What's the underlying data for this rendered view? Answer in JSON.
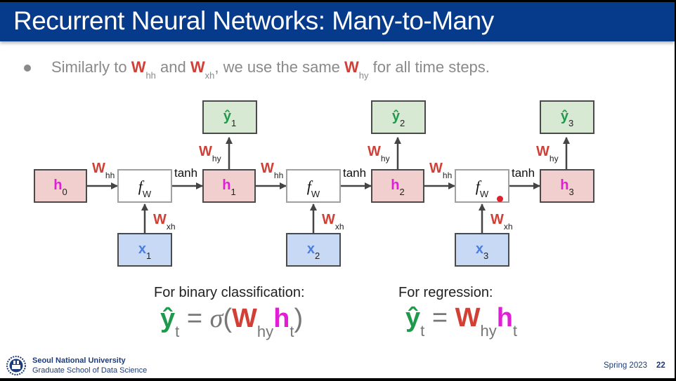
{
  "header": {
    "title": "Recurrent Neural Networks: Many-to-Many"
  },
  "bullet": {
    "pre": "Similarly to ",
    "w1": "W",
    "w1_sub": "hh",
    "mid": " and ",
    "w2": "W",
    "w2_sub": "xh",
    "mid2": ", we use the same ",
    "w3": "W",
    "w3_sub": "hy",
    "post": " for all time steps."
  },
  "diagram": {
    "hidden": [
      {
        "label": "h",
        "sub": "0"
      },
      {
        "label": "h",
        "sub": "1"
      },
      {
        "label": "h",
        "sub": "2"
      },
      {
        "label": "h",
        "sub": "3"
      }
    ],
    "outputs": [
      {
        "label": "ŷ",
        "sub": "1"
      },
      {
        "label": "ŷ",
        "sub": "2"
      },
      {
        "label": "ŷ",
        "sub": "3"
      }
    ],
    "inputs": [
      {
        "label": "x",
        "sub": "1"
      },
      {
        "label": "x",
        "sub": "2"
      },
      {
        "label": "x",
        "sub": "3"
      }
    ],
    "cell": {
      "label": "f",
      "sub": "W"
    },
    "weights": {
      "W": "W",
      "hh": "hh",
      "xh": "xh",
      "hy": "hy"
    },
    "activation": "tanh"
  },
  "formulas": {
    "binary": {
      "label": "For binary classification:",
      "yhat": "ŷ",
      "t": "t",
      "eq": " = ",
      "sigma": "σ",
      "lparen": "(",
      "W": "W",
      "hy": "hy",
      "h": "h",
      "rparen": ")"
    },
    "regression": {
      "label": "For regression:",
      "yhat": "ŷ",
      "t": "t",
      "eq": " = ",
      "W": "W",
      "hy": "hy",
      "h": "h"
    }
  },
  "footer": {
    "university": "Seoul National University",
    "school": "Graduate School of Data Science",
    "semester": "Spring 2023",
    "page": "22"
  }
}
